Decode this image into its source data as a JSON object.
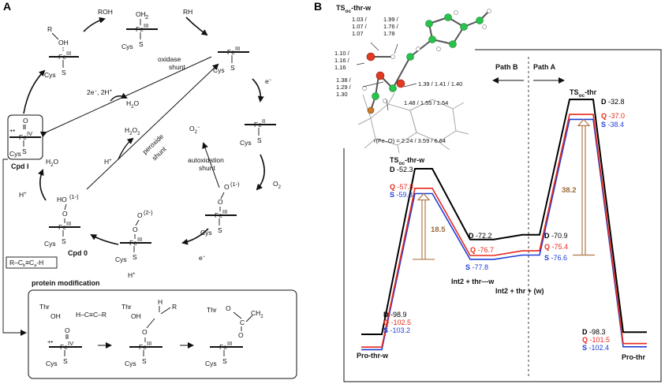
{
  "panel_a": {
    "letter": "A",
    "species": {
      "roh": "ROH",
      "rh": "RH",
      "oh2_top": "OH",
      "oh2_sub": "2",
      "r_oh_r": "R",
      "r_oh_oh": "OH",
      "cys": "Cys",
      "s": "S",
      "fe": "Fe",
      "fe3": "III",
      "fe2": "II",
      "fe4": "IV",
      "o": "O",
      "charge_plus": "+•",
      "o2_minus": "O",
      "o2_minus_sup": "2",
      "o2_minus_charge": "−",
      "oo_minus": "(1-)",
      "oo_2minus": "(2-)",
      "ho_label": "HO",
      "cpd_i": "Cpd I",
      "cpd_0": "Cpd 0",
      "h2o": "H",
      "h2o_sub": "2",
      "h2o_o": "O",
      "h2o2": "H",
      "h2o2_o": "O",
      "h2o2_sub": "2",
      "hplus": "H",
      "hplus_sup": "+",
      "eminus": "e",
      "eminus_sup": "−",
      "o2_reagent": "O",
      "o2_reagent_sub": "2",
      "two_e": "2e",
      "two_e_sup": "−",
      "two_h": ", 2H",
      "two_h_sup": "+"
    },
    "shunts": {
      "oxidase_1": "oxidase",
      "oxidase_2": "shunt",
      "peroxide_1": "peroxide",
      "peroxide_2": "shunt",
      "autox_1": "autoxidation",
      "autox_2": "shunt"
    },
    "alkyne_box": "R–C",
    "alkyne_b": "b",
    "alkyne_mid": "≡C",
    "alkyne_a": "a",
    "alkyne_h": "-H",
    "protein_mod": {
      "title": "protein modification",
      "thr": "Thr",
      "oh": "OH",
      "hcc": "H–C≡C–R",
      "h": "H",
      "r": "R",
      "ch2": "CH",
      "ch2_sub": "2",
      "c": "C",
      "o": "O"
    }
  },
  "panel_b": {
    "letter": "B",
    "ts_label": "TS",
    "ts_sub": "oc",
    "ts_suffix": "-thr-w",
    "geometry_labels": [
      {
        "lines": [
          "1.03 /",
          "1.07 /",
          "1.07"
        ]
      },
      {
        "lines": [
          "1.99 /",
          "1.76 /",
          "1.78"
        ]
      },
      {
        "lines": [
          "1.10 /",
          "1.16 /",
          "1.16"
        ]
      },
      {
        "lines": [
          "1.38 /",
          "1.29 /",
          "1.30"
        ]
      },
      {
        "lines": [
          "1.39 / 1.41 / 1.40"
        ]
      },
      {
        "lines": [
          "1.48 / 1.55 / 1.54"
        ]
      }
    ],
    "rfeo": "r(Fe–O) = 2.24 / 3.59 / 6.64",
    "path_b": "Path B",
    "path_a": "Path A",
    "spin_colors": {
      "D": "#000000",
      "Q": "#e8291c",
      "S": "#1e3fd6"
    },
    "bar_color": "#b07a4a",
    "states": [
      {
        "name": "Pro-thr-w",
        "D": "-98.9",
        "Q": "-102.5",
        "S": "-103.2"
      },
      {
        "name_pre": "TS",
        "name_sub": "oc",
        "name_post": "-thr-w",
        "D": "-52.3",
        "Q": "-57.8",
        "S": "-59.3"
      },
      {
        "name": "Int2 + thr---w",
        "D": "-72.2",
        "Q": "-76.7",
        "S": "-77.8"
      },
      {
        "name": "Int2 + thr + (w)",
        "D": "-70.9",
        "Q": "-75.4",
        "S": "-76.6"
      },
      {
        "name_pre": "TS",
        "name_sub": "oc",
        "name_post": "-thr",
        "D": "-32.8",
        "Q": "-37.0",
        "S": "-38.4"
      },
      {
        "name": "Pro-thr",
        "D": "-98.3",
        "Q": "-101.5",
        "S": "-102.4"
      }
    ],
    "barriers": {
      "left": "18.5",
      "right": "38.2"
    },
    "spin_letters": {
      "D": "D",
      "Q": "Q",
      "S": "S"
    }
  }
}
